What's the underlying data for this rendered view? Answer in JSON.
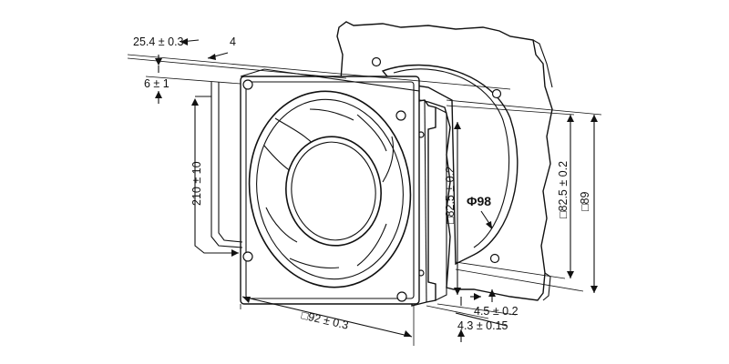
{
  "dimensions": {
    "width_offset": "25.4 ± 0.3",
    "frame_offset": "4",
    "lead_depth": "6 ± 1",
    "lead_length": "210 ± 10",
    "hole_spacing_side": "□82.5 ± 0.2",
    "cutout_diameter": "Φ98",
    "hole_spacing_panel": "□82.5 ± 0.2",
    "panel_size": "□89",
    "fan_size": "□92 ± 0.3",
    "plate_offset": "4.5 ± 0.2",
    "plate_thickness": "4.3 ± 0.15"
  }
}
